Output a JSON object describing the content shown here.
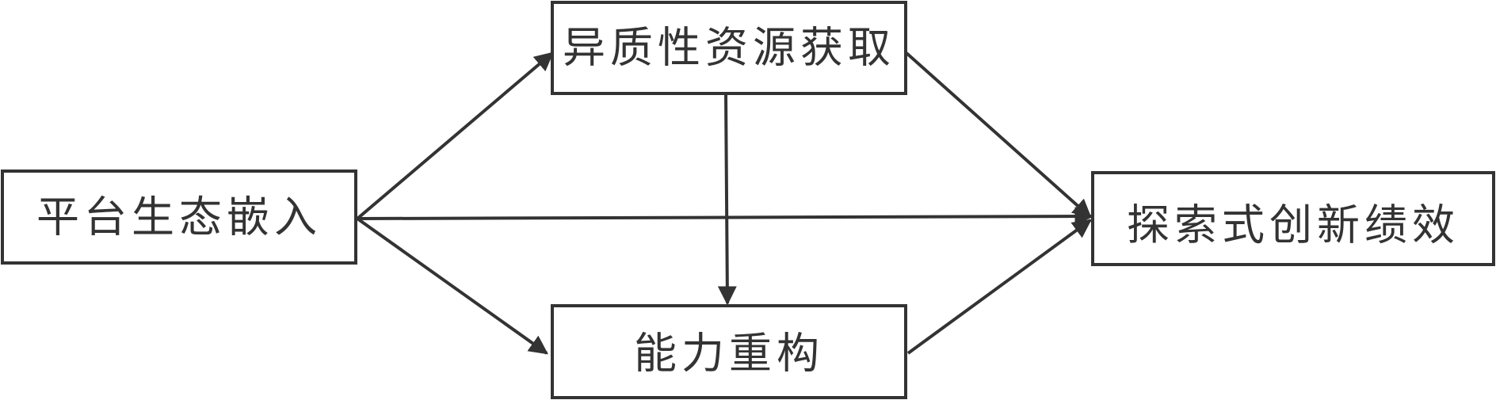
{
  "nodes": {
    "platform_embedding": {
      "label": "平台生态嵌入"
    },
    "heterogeneous_resource": {
      "label": "异质性资源获取"
    },
    "capability_reconfiguration": {
      "label": "能力重构"
    },
    "exploratory_innovation": {
      "label": "探索式创新绩效"
    }
  },
  "colors": {
    "stroke": "#333333",
    "background": "#ffffff"
  }
}
